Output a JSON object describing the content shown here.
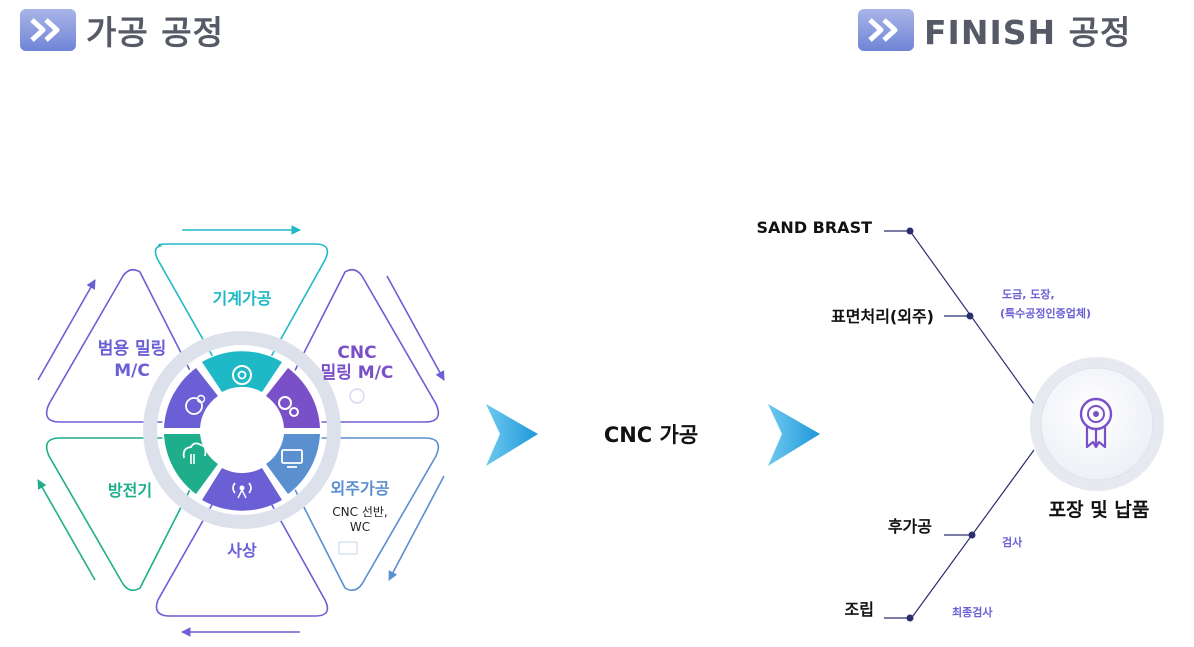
{
  "headers": {
    "left": "가공 공정",
    "right": "FINISH 공정"
  },
  "machining": {
    "top": "기계가공",
    "top_right_1": "CNC",
    "top_right_2": "밀링 M/C",
    "top_left_1": "범용 밀링",
    "top_left_2": "M/C",
    "bottom_left": "방전기",
    "bottom": "사상",
    "bottom_right_1": "외주가공",
    "bottom_right_2": "CNC 선반,",
    "bottom_right_3": "WC"
  },
  "center": {
    "label": "CNC 가공"
  },
  "finish": {
    "sand": "SAND BRAST",
    "surface": "표면처리(외주)",
    "plating_1": "도금, 도장,",
    "plating_2": "(특수공정인증업체)",
    "post": "후가공",
    "post_note": "검사",
    "assembly": "조립",
    "assembly_note": "최종검사",
    "final": "포장 및 납품"
  },
  "colors": {
    "teal": "#1fb8c6",
    "purple": "#6b5fd6",
    "violet": "#7a50c8",
    "blue": "#5a8fd0",
    "green": "#1fae8c",
    "navy": "#2b2f6e"
  }
}
